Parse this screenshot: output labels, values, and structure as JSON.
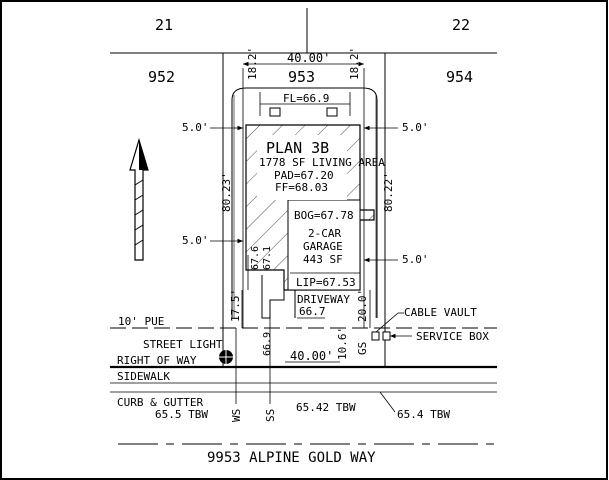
{
  "lots": {
    "block_left": "21",
    "block_right": "22",
    "lot_left": "952",
    "lot_center": "953",
    "lot_right": "954"
  },
  "dimensions": {
    "lot_width_top": "40.00'",
    "lot_width_bottom": "40.00'",
    "corner_left": "18.2'",
    "corner_right": "18.2'",
    "setback_left_top": "5.0'",
    "setback_right_top": "5.0'",
    "setback_left_bottom": "5.0'",
    "setback_right_bottom": "5.0'",
    "depth_left": "80.23'",
    "depth_right": "80.22'",
    "front_left": "17.5'",
    "front_right": "20.0'",
    "front_right_small": "10.6'",
    "gs_label": "GS",
    "grade_66_9": "66.9",
    "grade_67_6": "67.6",
    "grade_67_1": "67.1"
  },
  "house": {
    "plan_name": "PLAN 3B",
    "living_area": "1778 SF LIVING AREA",
    "pad": "PAD=67.20",
    "ff": "FF=68.03",
    "bog": "BOG=67.78",
    "garage_line1": "2-CAR",
    "garage_line2": "GARAGE",
    "garage_line3": "443 SF",
    "lip": "LIP=67.53",
    "fl": "FL=66.9"
  },
  "driveway": {
    "label": "DRIVEWAY",
    "elevation": "66.7"
  },
  "labels": {
    "pue": "10' PUE",
    "street_light": "STREET LIGHT",
    "right_of_way": "RIGHT OF WAY",
    "sidewalk": "SIDEWALK",
    "curb_gutter": "CURB & GUTTER",
    "tbw_left": "65.5 TBW",
    "tbw_center": "65.42 TBW",
    "tbw_right": "65.4 TBW",
    "ws": "WS",
    "ss": "SS",
    "cable_vault": "CABLE VAULT",
    "service_box": "SERVICE BOX",
    "street_name": "9953 ALPINE GOLD WAY"
  },
  "colors": {
    "ink": "#000000",
    "paper": "#ffffff"
  }
}
